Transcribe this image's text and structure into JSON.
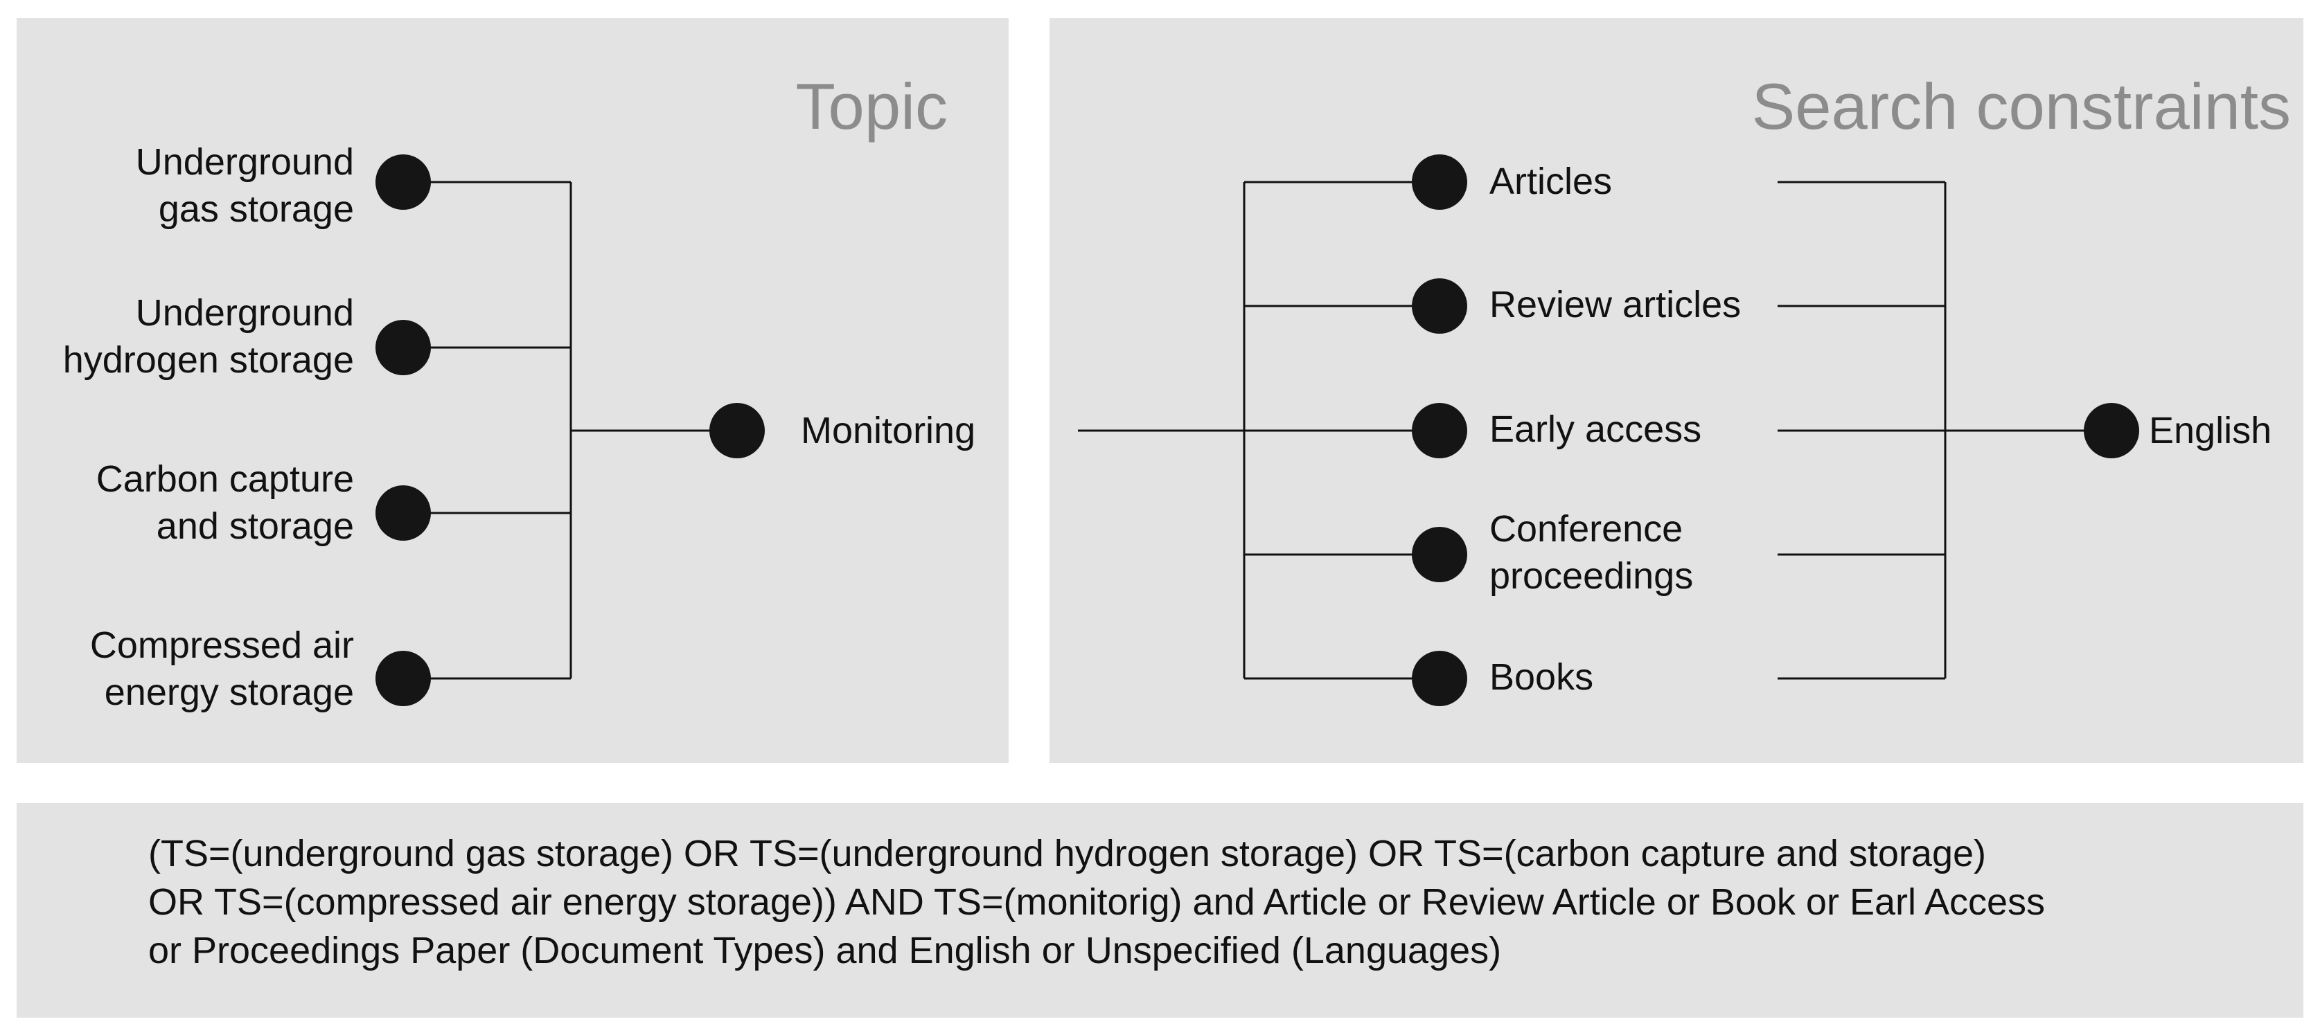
{
  "topic": {
    "title": "Topic",
    "items": [
      {
        "line1": "Underground",
        "line2": "gas storage"
      },
      {
        "line1": "Underground",
        "line2": "hydrogen storage"
      },
      {
        "line1": "Carbon capture",
        "line2": "and storage"
      },
      {
        "line1": "Compressed air",
        "line2": "energy storage"
      }
    ],
    "target": "Monitoring"
  },
  "constraints": {
    "title": "Search constraints",
    "document_types": [
      {
        "line1": "Articles",
        "line2": ""
      },
      {
        "line1": "Review articles",
        "line2": ""
      },
      {
        "line1": "Early access",
        "line2": ""
      },
      {
        "line1": "Conference",
        "line2": "proceedings"
      },
      {
        "line1": "Books",
        "line2": ""
      }
    ],
    "language": "English"
  },
  "query": {
    "lines": [
      "(TS=(underground gas storage) OR TS=(underground hydrogen storage) OR TS=(carbon capture and storage)",
      "OR TS=(compressed air energy storage)) AND TS=(monitorig) and Article or Review Article or Book or Earl Access",
      "or Proceedings Paper (Document Types) and English or Unspecified (Languages)"
    ]
  }
}
